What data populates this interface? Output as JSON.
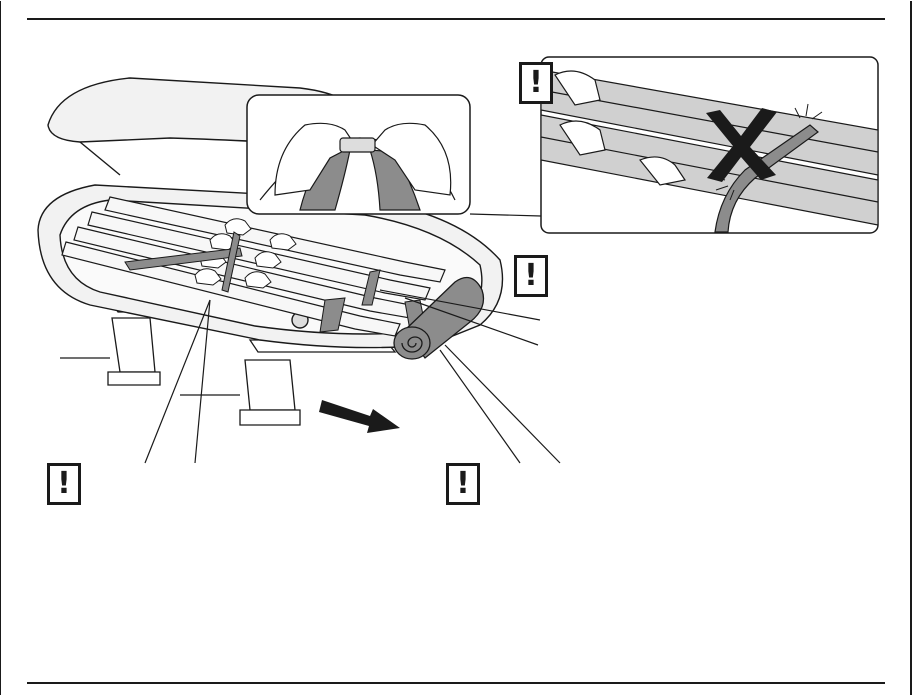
{
  "illustration": {
    "warning_symbol": "!",
    "prohibited_symbol": "X",
    "colors": {
      "line": "#1a1a1a",
      "strap": "#8c8c8c",
      "box_fill": "#f2f2f2",
      "ski_fill": "#f7f7f7",
      "prohibited_fill": "#d0d0d0"
    },
    "insets": [
      {
        "id": "hands-buckle",
        "icon": "hands-fastening-buckle",
        "warning": false
      },
      {
        "id": "strap-too-tight",
        "icon": "strap-over-edge",
        "warning": true,
        "prohibited": true
      },
      {
        "id": "strap-on-ski",
        "icon": "strap-around-ski-at-binding",
        "warning": true
      },
      {
        "id": "strap-across-bindings",
        "icon": "strap-across-bindings",
        "warning": true
      },
      {
        "id": "bag-at-rear",
        "icon": "rolled-bag-at-tips",
        "warning": true
      }
    ],
    "direction_arrow": "arrow-right-forward"
  }
}
